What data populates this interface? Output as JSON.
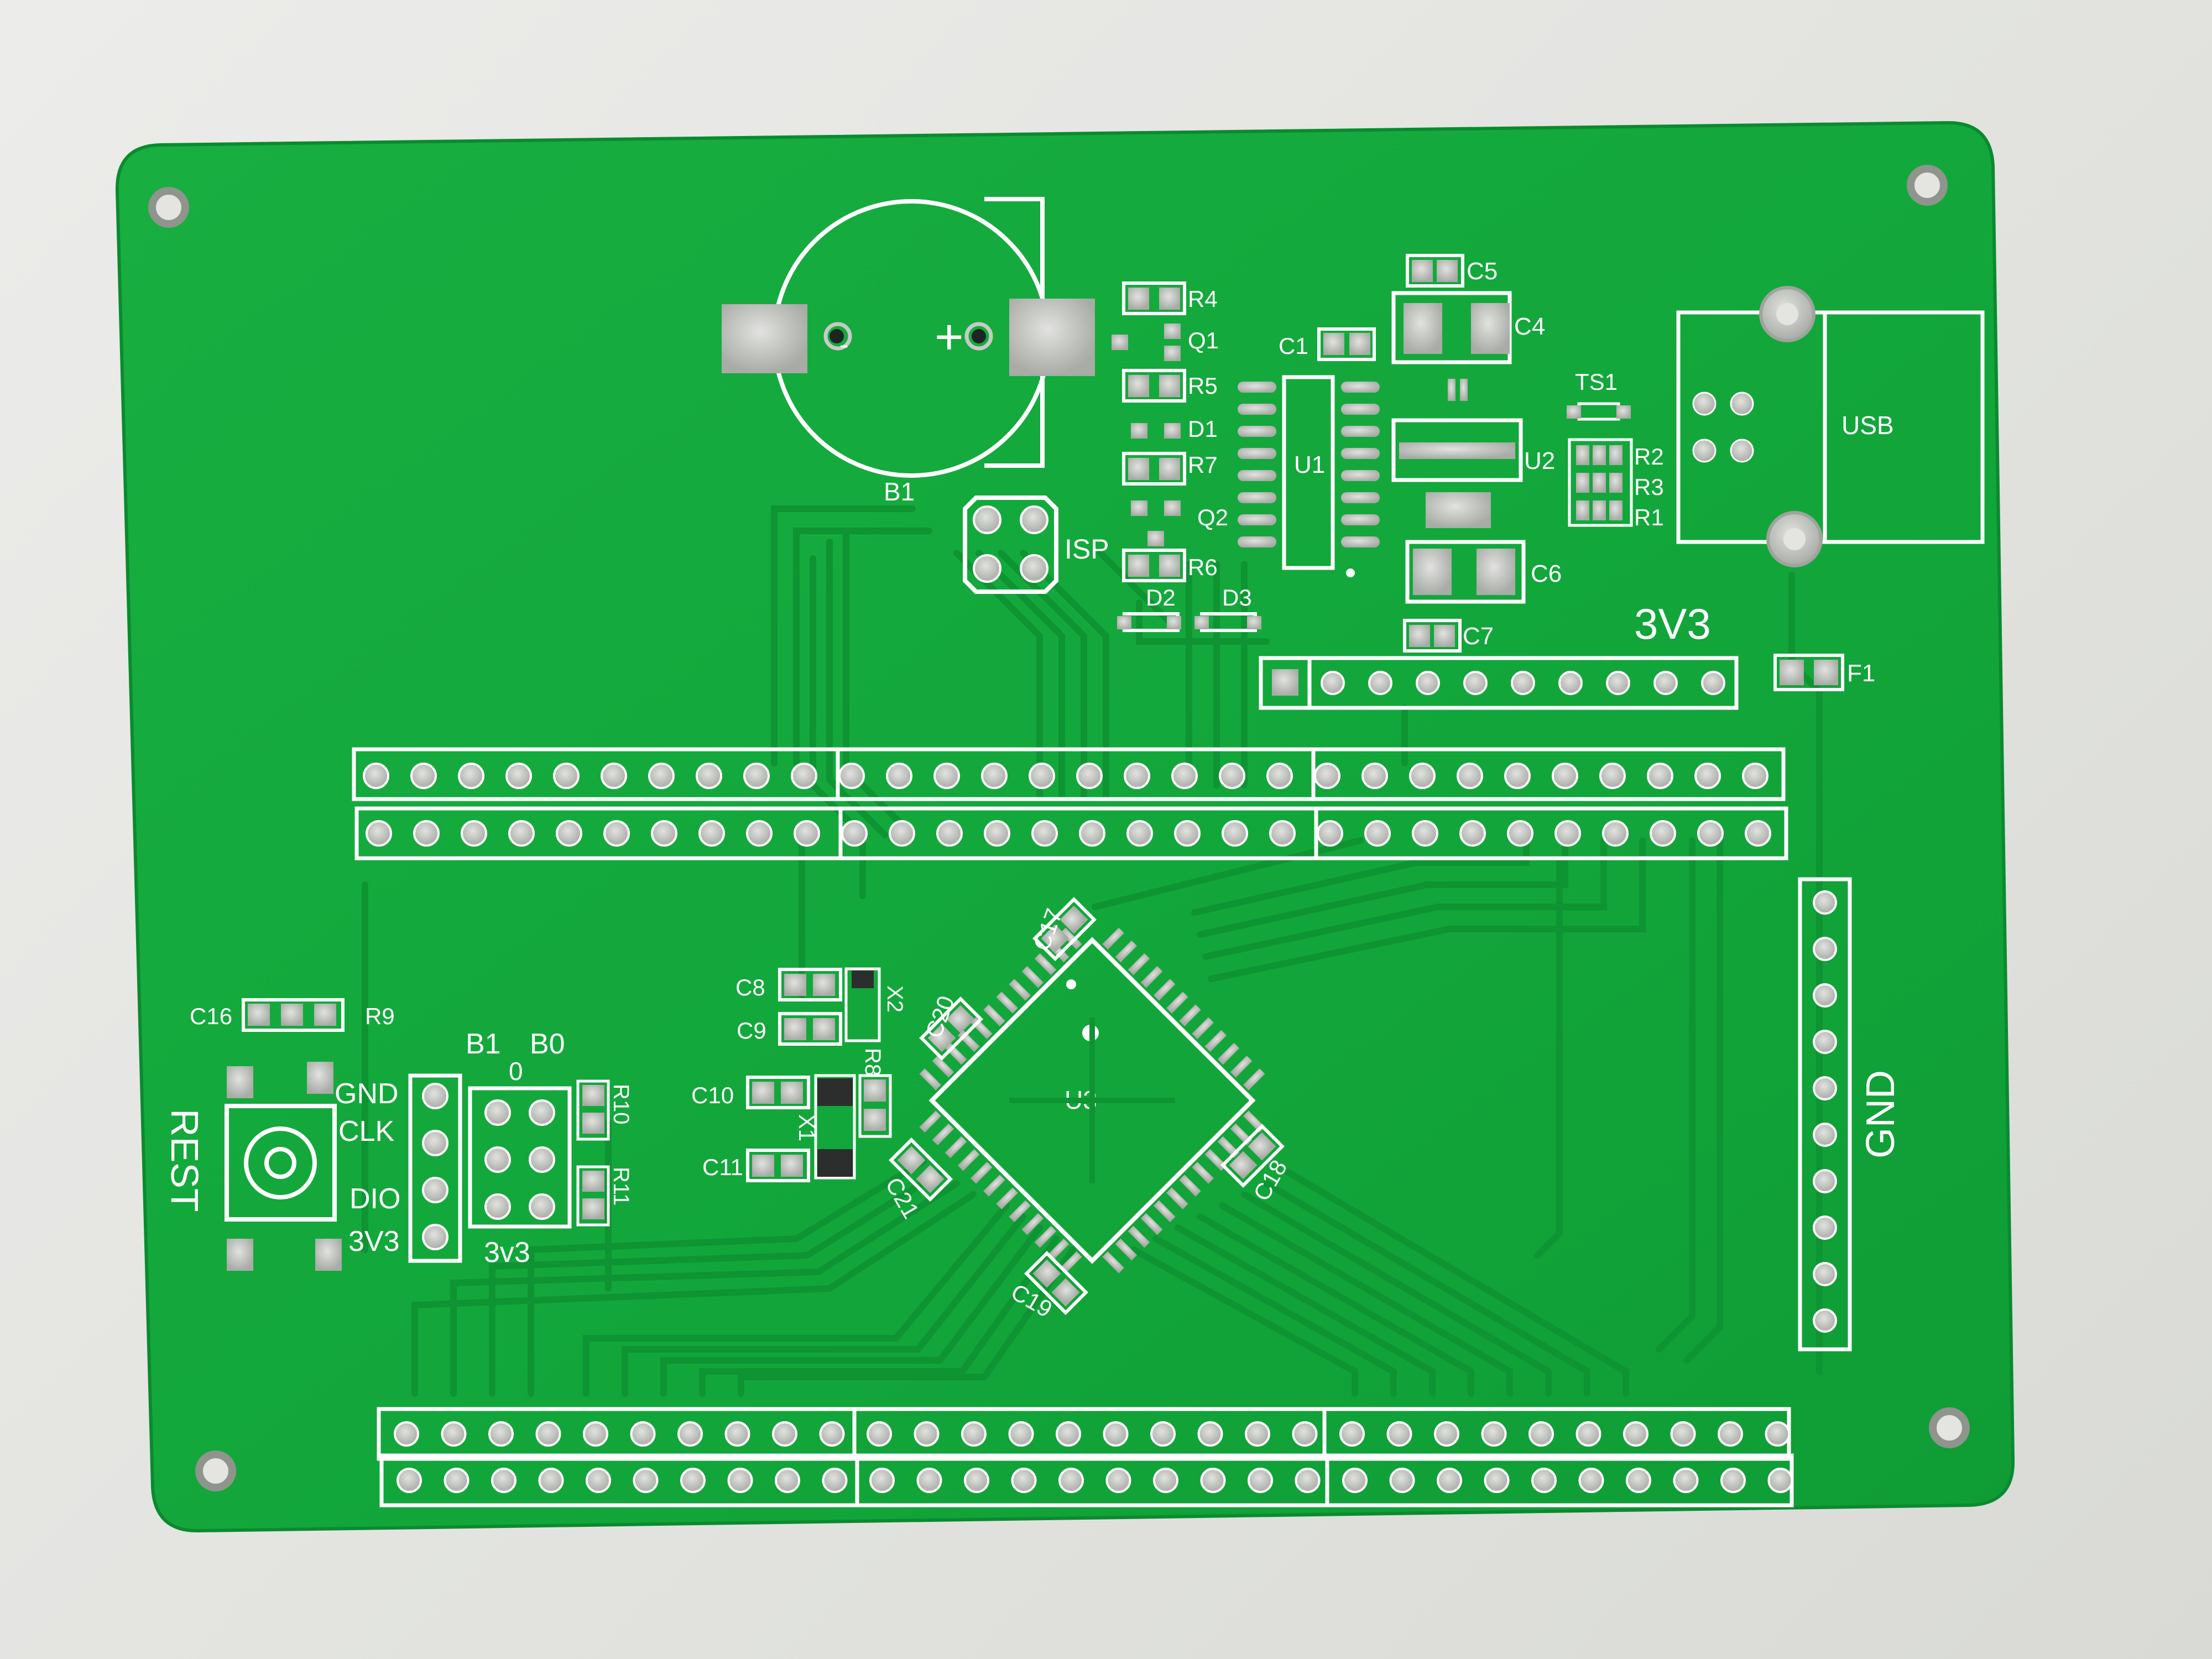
{
  "colors": {
    "background": "#e4e5e1",
    "board": "#14a83c",
    "board_edge": "#0c8f31",
    "trace": "#0f9a36",
    "silkscreen": "#ffffff",
    "pad": "#c8cac6",
    "pad_ring": "#9fa39d",
    "chip": "#2c2e2d"
  },
  "silkscreen": {
    "battery": "B1",
    "battery_plus": "+",
    "battery_minus": "-",
    "isp": "ISP",
    "r4": "R4",
    "q1": "Q1",
    "r5": "R5",
    "d1": "D1",
    "r7": "R7",
    "q2": "Q2",
    "r6": "R6",
    "d2": "D2",
    "d3": "D3",
    "c1": "C1",
    "u1": "U1",
    "c5": "C5",
    "c4": "C4",
    "u2": "U2",
    "c6": "C6",
    "c7": "C7",
    "ts1": "TS1",
    "r2": "R2",
    "r3": "R3",
    "r1": "R1",
    "usb": "USB",
    "f1": "F1",
    "v33_header": "3V3",
    "gnd_header": "GND",
    "c17": "C17",
    "c8": "C8",
    "c9": "C9",
    "x2": "X2",
    "c20": "C20",
    "r8": "R8",
    "c10": "C10",
    "x1": "X1",
    "c11": "C11",
    "u3": "U3",
    "c18": "C18",
    "c21": "C21",
    "c19": "C19",
    "c16": "C16",
    "r9": "R9",
    "rest": "REST",
    "gnd_pin": "GND",
    "clk_pin": "CLK",
    "dio_pin": "DIO",
    "v33_pin": "3V3",
    "b1_jumper": "B1",
    "b0_jumper": "B0",
    "zero": "0",
    "v33_lower": "3v3",
    "r10": "R10",
    "r11": "R11"
  }
}
